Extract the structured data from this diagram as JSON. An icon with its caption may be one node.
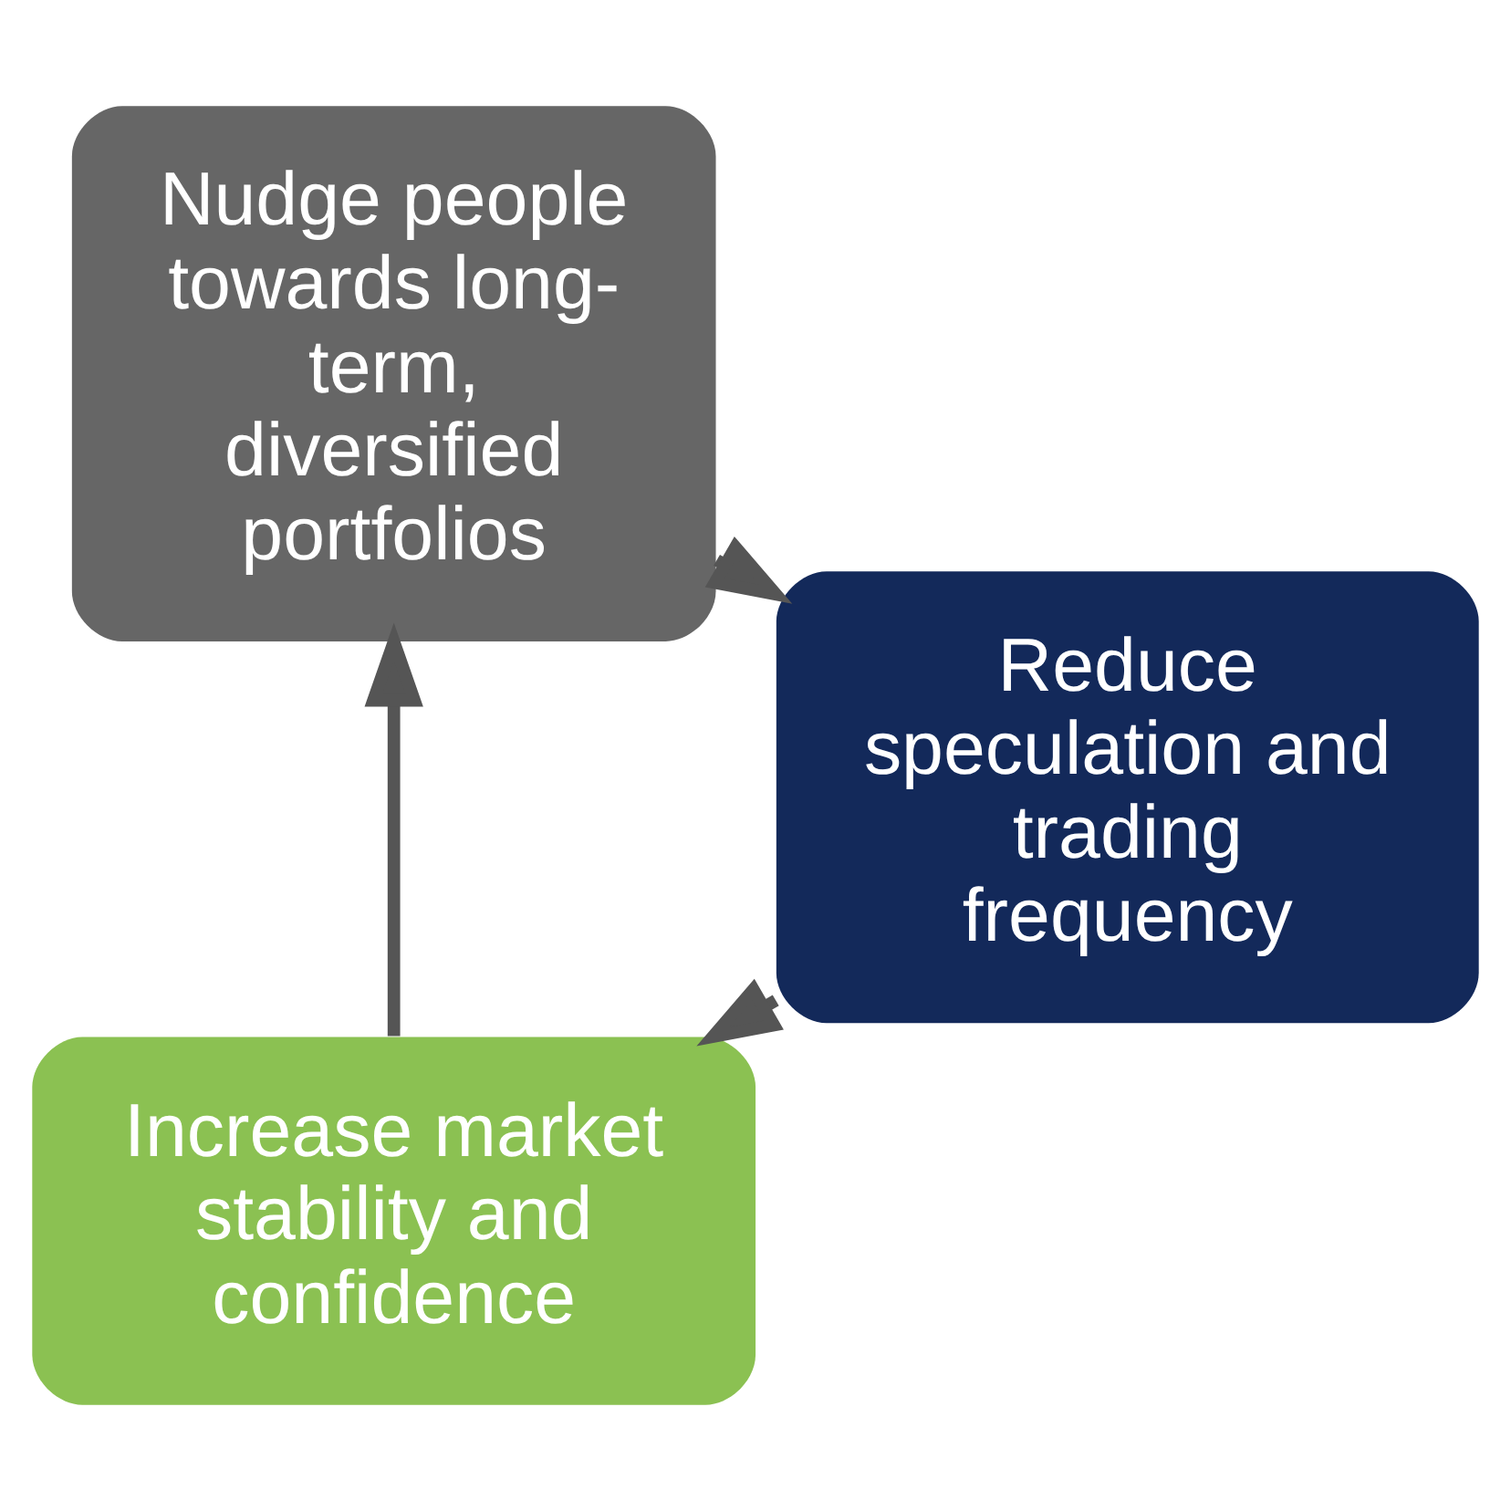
{
  "diagram": {
    "nodes": [
      {
        "text": [
          "Increase market stability and confidence"
        ]
      },
      {
        "text": [
          "Nudge people towards long-term, diversified portfolios"
        ]
      },
      {
        "text": [
          "Reduce speculation and trading frequency"
        ]
      }
    ],
    "edges": [
      {
        "from": 0,
        "to": 1,
        "arrow": "to"
      },
      {
        "from": 1,
        "to": 2,
        "arrow": "to"
      },
      {
        "from": 2,
        "to": 0,
        "arrow": "to"
      }
    ]
  }
}
